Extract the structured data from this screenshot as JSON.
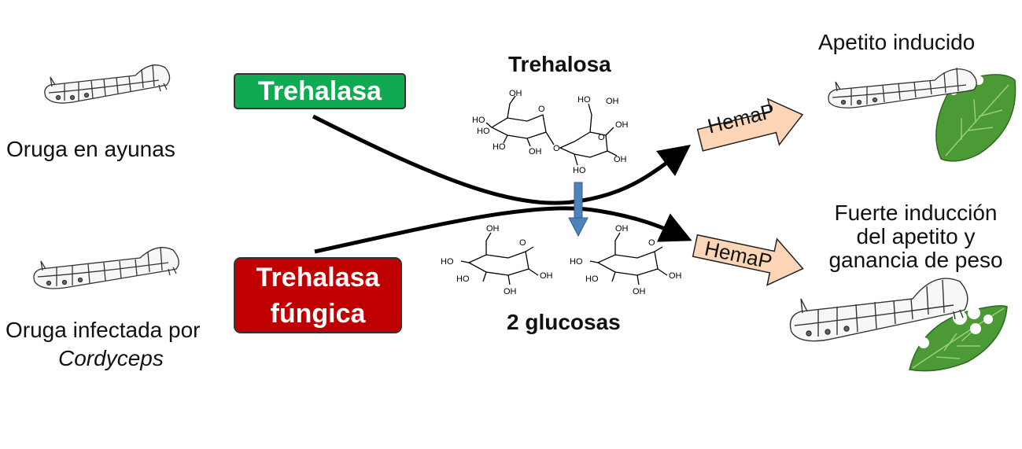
{
  "labels": {
    "fasted_caterpillar": "Oruga en ayunas",
    "infected_line1": "Oruga infectada por",
    "infected_line2": "Cordyceps",
    "induced_appetite": "Apetito inducido",
    "strong_line1": "Fuerte inducción",
    "strong_line2": "del apetito y",
    "strong_line3": "ganancia de peso"
  },
  "enzymes": {
    "trehalase": "Trehalasa",
    "fungal_line1": "Trehalasa",
    "fungal_line2": "fúngica"
  },
  "molecules": {
    "trehalose": "Trehalosa",
    "glucose": "2 glucosas",
    "oh": "OH",
    "ho": "HO",
    "o": "O"
  },
  "hormones": {
    "top": "HemaP",
    "bottom": "HemaP"
  },
  "colors": {
    "trehalase_green": "#0faa52",
    "fungal_red": "#c00000",
    "hemap_fill": "#fbd5b5",
    "down_arrow_blue": "#4f81bd",
    "leaf_green": "#4b9a35"
  }
}
